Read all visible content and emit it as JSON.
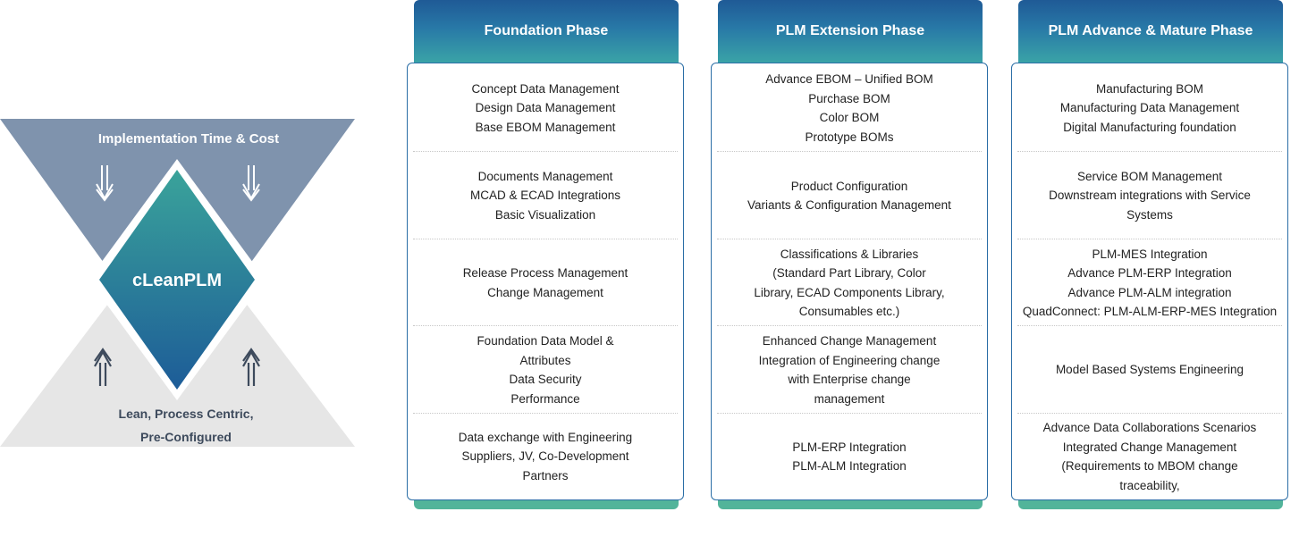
{
  "left": {
    "top_label": "Implementation Time & Cost",
    "center_label": "cLeanPLM",
    "bottom_label_line1": "Lean, Process Centric,",
    "bottom_label_line2": "Pre-Configured",
    "colors": {
      "top_triangle": "#7f93ad",
      "bottom_triangle": "#e6e6e6",
      "diamond_top": "#3aa39a",
      "diamond_bottom": "#1d5c98"
    }
  },
  "phases": [
    {
      "title": "Foundation Phase",
      "cells": [
        [
          "Concept Data Management",
          "Design Data Management",
          "Base EBOM Management"
        ],
        [
          "Documents Management",
          "MCAD & ECAD Integrations",
          "Basic Visualization"
        ],
        [
          "Release Process Management",
          "Change Management"
        ],
        [
          "Foundation Data Model &",
          "Attributes",
          "Data Security",
          "Performance"
        ],
        [
          "Data exchange with Engineering",
          "Suppliers, JV, Co-Development",
          "Partners"
        ]
      ]
    },
    {
      "title": "PLM Extension Phase",
      "cells": [
        [
          "Advance EBOM – Unified BOM",
          "Purchase BOM",
          "Color BOM",
          "Prototype BOMs"
        ],
        [
          "Product Configuration",
          "Variants & Configuration Management"
        ],
        [
          "Classifications & Libraries",
          "(Standard Part Library, Color",
          "Library, ECAD Components Library,",
          "Consumables etc.)"
        ],
        [
          "Enhanced Change Management",
          "Integration of Engineering change",
          "with Enterprise change",
          "management"
        ],
        [
          "PLM-ERP Integration",
          "PLM-ALM Integration"
        ]
      ]
    },
    {
      "title": "PLM Advance & Mature Phase",
      "cells": [
        [
          "Manufacturing BOM",
          "Manufacturing Data Management",
          "Digital Manufacturing foundation"
        ],
        [
          "Service BOM Management",
          "Downstream integrations with Service",
          "Systems"
        ],
        [
          "PLM-MES Integration",
          "Advance PLM-ERP Integration",
          "Advance PLM-ALM integration",
          "QuadConnect: PLM-ALM-ERP-MES Integration"
        ],
        [
          "Model Based Systems Engineering"
        ],
        [
          "Advance Data Collaborations Scenarios",
          "Integrated Change Management",
          "(Requirements to MBOM change",
          "traceability,"
        ]
      ]
    }
  ]
}
